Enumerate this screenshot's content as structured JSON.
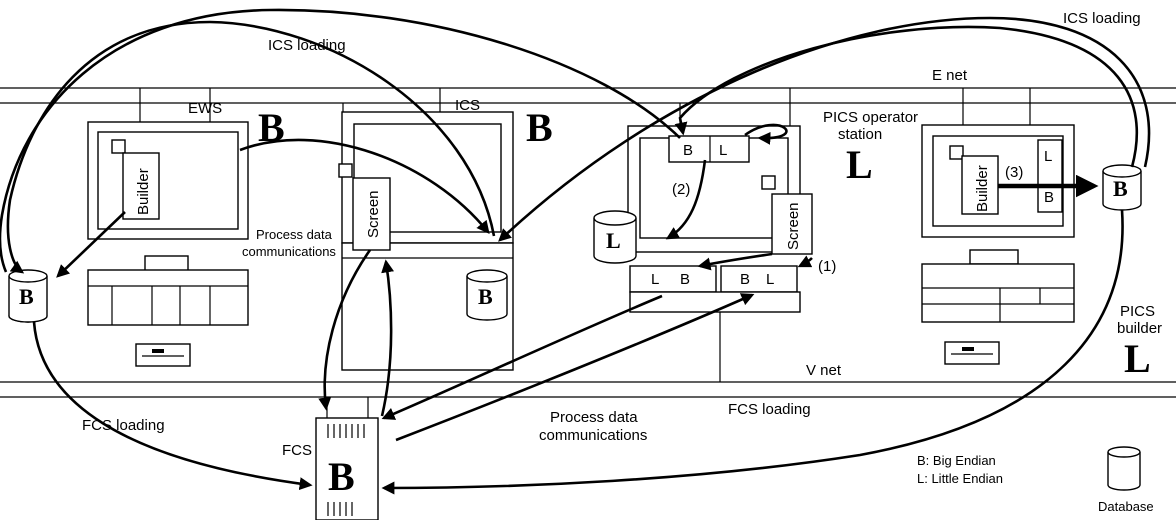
{
  "labels": {
    "ics_loading_top_left": "ICS loading",
    "ics_loading_top_right": "ICS loading",
    "e_net": "E net",
    "v_net": "V net",
    "ews": "EWS",
    "ics": "ICS",
    "pics_operator_station_1": "PICS operator",
    "pics_operator_station_2": "station",
    "process_data_comm_left_1": "Process data",
    "process_data_comm_left_2": "communications",
    "process_data_comm_bottom_1": "Process data",
    "process_data_comm_bottom_2": "communications",
    "fcs_loading_left": "FCS loading",
    "fcs_loading_right": "FCS loading",
    "fcs": "FCS",
    "pics_builder_1": "PICS",
    "pics_builder_2": "builder",
    "step1": "(1)",
    "step2": "(2)",
    "step3": "(3)",
    "builder": "Builder",
    "screen": "Screen",
    "database": "Database"
  },
  "endian": {
    "ews": "B",
    "ics": "B",
    "pics_station": "L",
    "pics_builder": "L",
    "fcs": "B",
    "db_ews": "B",
    "db_ics": "B",
    "db_pics_station": "L",
    "db_pics_builder": "B"
  },
  "boxes": {
    "ics_buffer_b": "B",
    "ics_buffer_l": "L",
    "fcs_buffer_left_l": "L",
    "fcs_buffer_left_b": "B",
    "fcs_buffer_right_b": "B",
    "fcs_buffer_right_l": "L",
    "builder_box_top": "L",
    "builder_box_bottom": "B"
  },
  "legend": {
    "b_line": "B: Big Endian",
    "l_line": "L:  Little Endian"
  }
}
